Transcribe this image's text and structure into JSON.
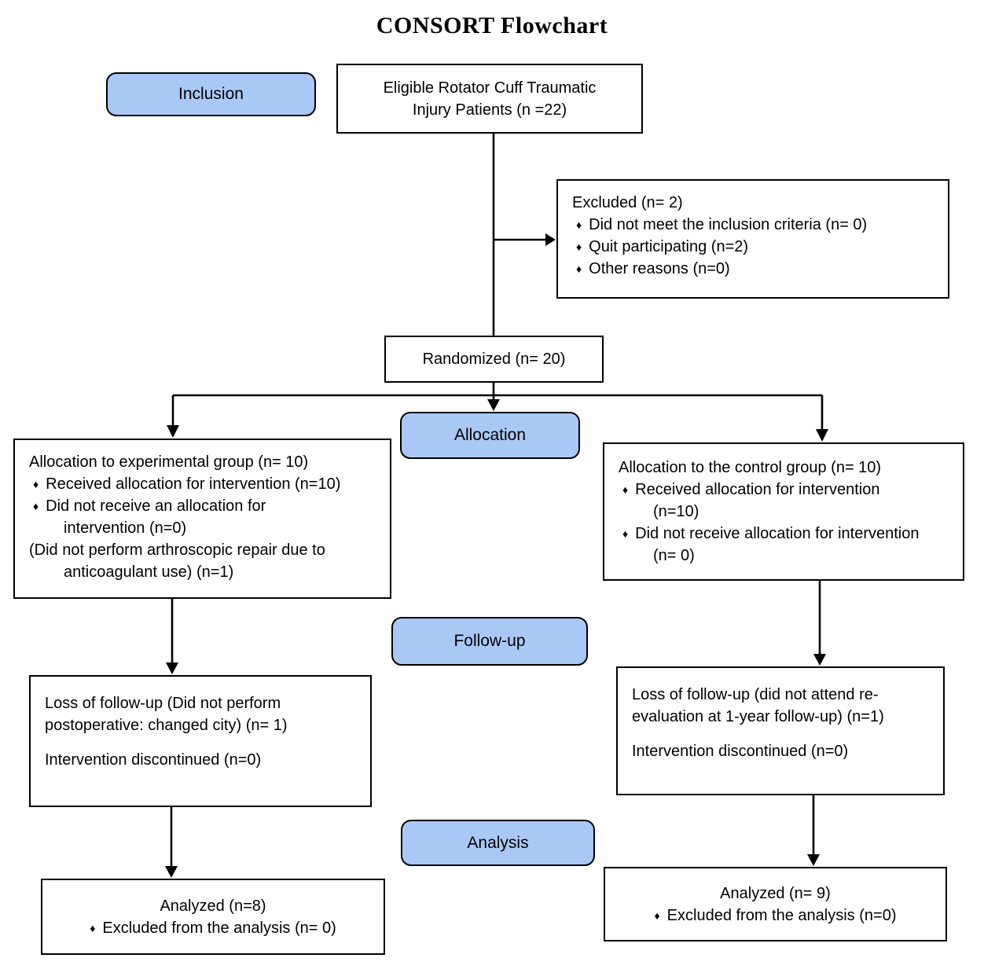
{
  "title": "CONSORT Flowchart",
  "glyphs": {
    "bullet": "♦"
  },
  "colors": {
    "stage_fill": "#aac8f5",
    "line": "#000000",
    "background": "#ffffff"
  },
  "stage_labels": {
    "inclusion": "Inclusion",
    "allocation": "Allocation",
    "followup": "Follow-up",
    "analysis": "Analysis"
  },
  "boxes": {
    "eligible": {
      "line1": "Eligible Rotator Cuff Traumatic",
      "line2": "Injury Patients (n =22)"
    },
    "excluded": {
      "heading": "Excluded (n= 2)",
      "bullets": [
        "Did not meet the inclusion criteria (n= 0)",
        "Quit participating (n=2)",
        "Other reasons (n=0)"
      ]
    },
    "randomized": {
      "label": "Randomized (n= 20)"
    },
    "alloc_experimental": {
      "heading": "Allocation to experimental group (n= 10)",
      "bullet1": "Received allocation for intervention (n=10)",
      "bullet2": "Did not receive an allocation for",
      "bullet2_cont": "intervention (n=0)",
      "note": "(Did not perform arthroscopic repair due to",
      "note_cont": "anticoagulant use) (n=1)"
    },
    "alloc_control": {
      "heading": "Allocation to the control group (n= 10)",
      "bullet1": "Received allocation for intervention",
      "bullet1_cont": "(n=10)",
      "bullet2": "Did not receive allocation for intervention",
      "bullet2_cont": "(n= 0)"
    },
    "followup_experimental": {
      "line1": "Loss of follow-up (Did not perform",
      "line2": "postoperative: changed city) (n= 1)",
      "line3": "Intervention discontinued (n=0)"
    },
    "followup_control": {
      "line1": "Loss of follow-up (did not attend re-",
      "line2": "evaluation at 1-year follow-up) (n=1)",
      "line3": "Intervention discontinued (n=0)"
    },
    "analyzed_experimental": {
      "line1": "Analyzed (n=8)",
      "bullet": "Excluded from the analysis (n= 0)"
    },
    "analyzed_control": {
      "line1": "Analyzed (n= 9)",
      "bullet": "Excluded from the analysis (n=0)"
    }
  }
}
